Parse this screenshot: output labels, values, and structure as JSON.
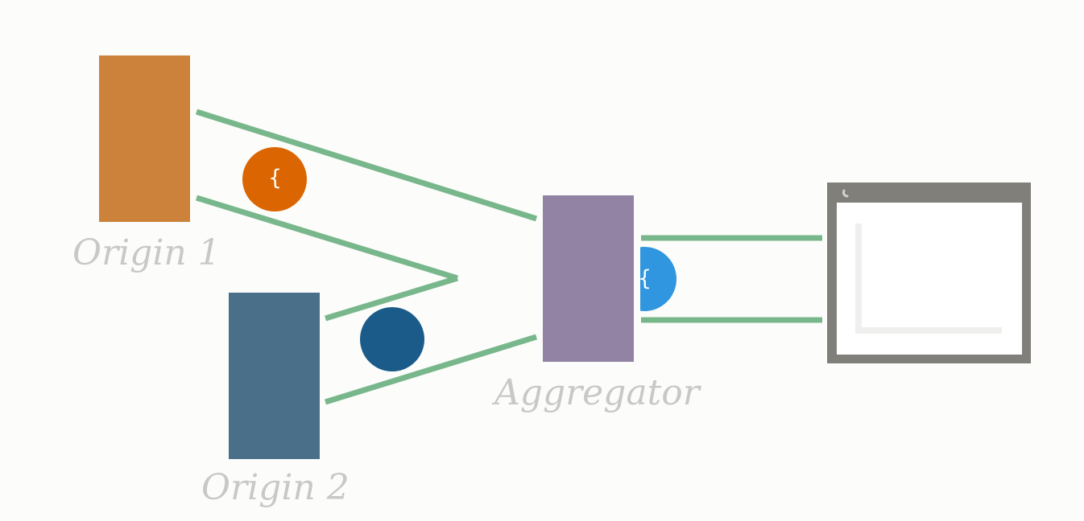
{
  "diagram": {
    "nodes": [
      {
        "id": "origin-1",
        "label": "Origin 1",
        "color": "#cd823b"
      },
      {
        "id": "origin-2",
        "label": "Origin 2",
        "color": "#4a6f89"
      },
      {
        "id": "aggregator",
        "label": "Aggregator",
        "color": "#9282a3"
      },
      {
        "id": "display-window",
        "label": "",
        "color": "#817f7a"
      }
    ],
    "edges": [
      {
        "from": "origin-1",
        "to": "aggregator",
        "color": "#78b78b"
      },
      {
        "from": "origin-2",
        "to": "aggregator",
        "color": "#78b78b"
      },
      {
        "from": "aggregator",
        "to": "display-window",
        "color": "#78b78b"
      }
    ],
    "packets": [
      {
        "id": "origin-packet",
        "glyph": "{",
        "color": "#db6500"
      },
      {
        "id": "origin-2-packet",
        "glyph": "",
        "color": "#1b5b8a"
      },
      {
        "id": "aggregated-packet",
        "glyph": "{",
        "color": "#2f96df"
      }
    ]
  }
}
